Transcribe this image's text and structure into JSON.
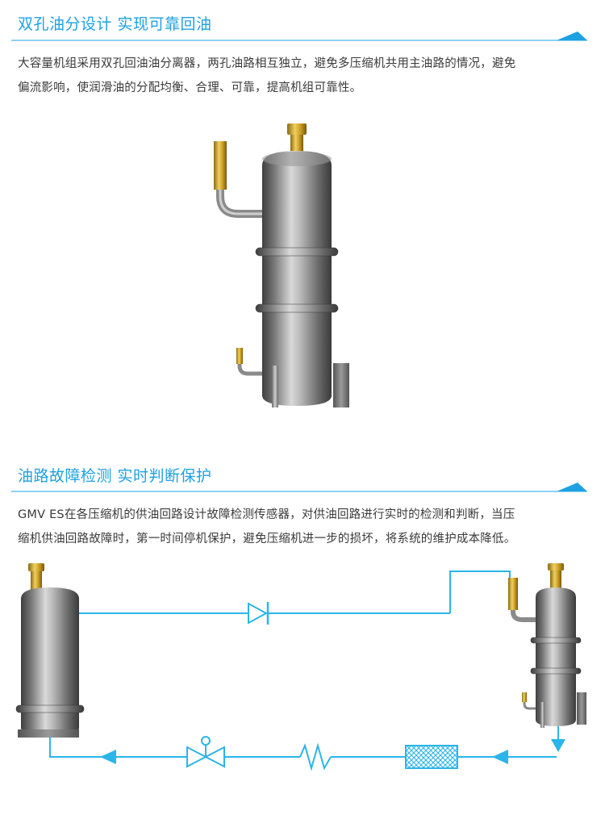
{
  "section1": {
    "title": "双孔油分设计  实现可靠回油",
    "lines": [
      "大容量机组采用双孔回油油分离器，两孔油路相互独立，避免多压缩机共用主油路的情况，避免",
      "偏流影响，使润滑油的分配均衡、合理、可靠，提高机组可靠性。"
    ]
  },
  "section2": {
    "title": "油路故障检测  实时判断保护",
    "lines": [
      "GMV ES在各压缩机的供油回路设计故障检测传感器，对供油回路进行实时的检测和判断，当压",
      "缩机供油回路故障时，第一时间停机保护，避免压缩机进一步的损坏，将系统的维护成本降低。"
    ]
  },
  "colors": {
    "accent": "#1ea1e2",
    "pipe": "#2bb5ea",
    "text": "#3a3a3a",
    "brass": "#c9a227"
  }
}
